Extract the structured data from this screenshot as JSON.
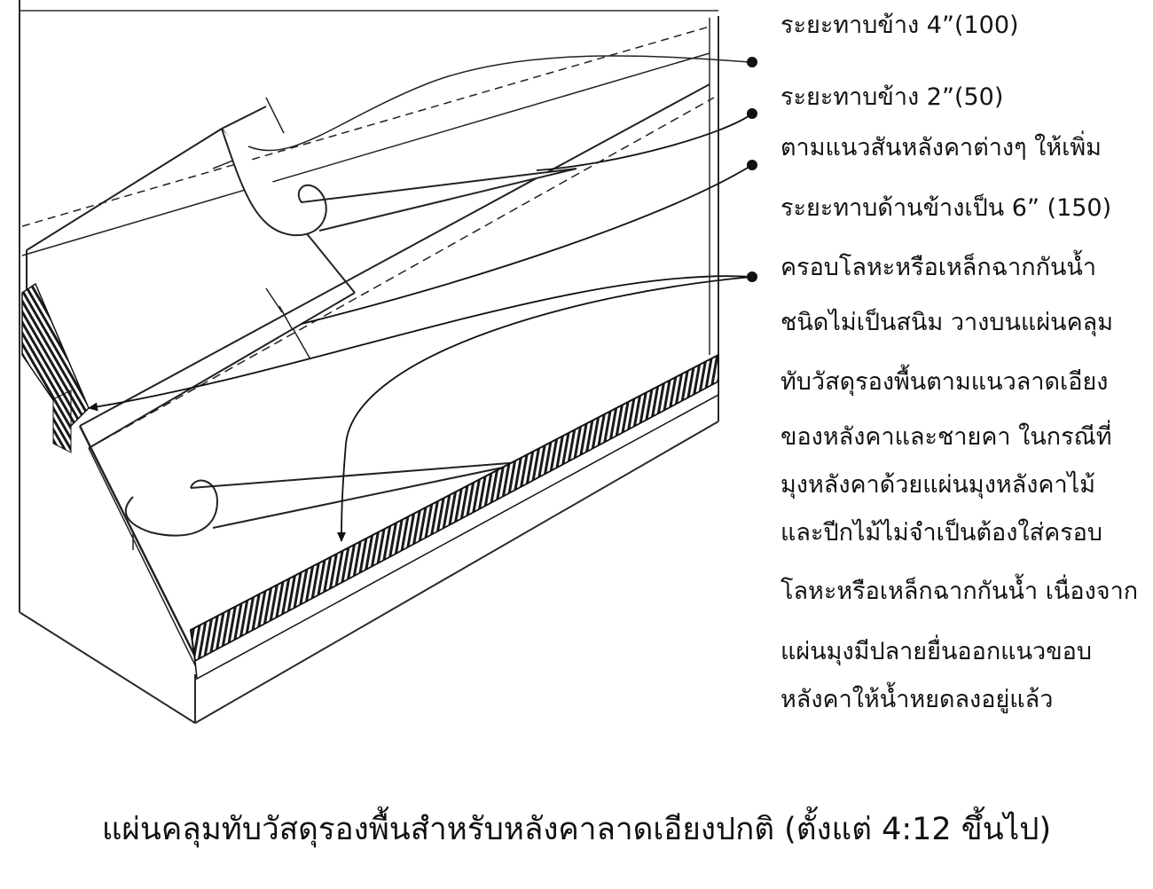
{
  "annotations": [
    "ระยะทาบข้าง 4”(100)",
    "ระยะทาบข้าง 2”(50)",
    "ตามแนวสันหลังคาต่างๆ ให้เพิ่ม",
    "ระยะทาบด้านข้างเป็น 6” (150)",
    "ครอบโลหะหรือเหล็กฉากกันน้ำ",
    "ชนิดไม่เป็นสนิม วางบนแผ่นคลุม",
    "ทับวัสดุรองพื้นตามแนวลาดเอียง",
    "ของหลังคาและชายคา ในกรณีที่",
    "มุงหลังคาด้วยแผ่นมุงหลังคาไม้",
    "และปีกไม้ไม่จำเป็นต้องใส่ครอบ",
    "โลหะหรือเหล็กฉากกันน้ำ เนื่องจาก",
    "แผ่นมุงมีปลายยื่นออกแนวขอบ",
    "หลังคาให้น้ำหยดลงอยู่แล้ว"
  ],
  "caption": "แผ่นคลุมทับวัสดุรองพื้นสำหรับหลังคาลาดเอียงปกติ (ตั้งแต่ 4:12 ขึ้นไป)"
}
